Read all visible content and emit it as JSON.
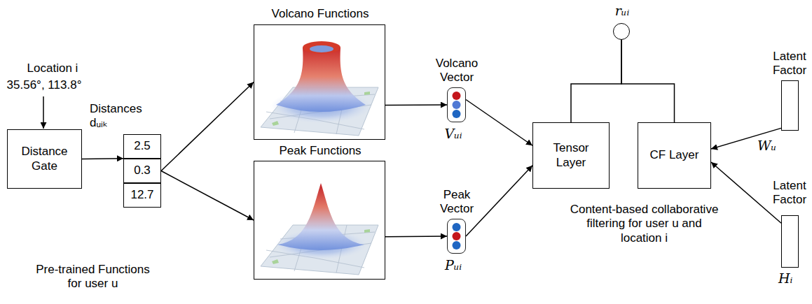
{
  "diagram": {
    "nodes": [
      {
        "text": [
          "Distance Gate"
        ]
      },
      {
        "text": [
          "Distances dᵤᵢₖ"
        ]
      },
      {
        "text": [
          "2.5"
        ],
        "in": 1
      },
      {
        "text": [
          "0.3"
        ],
        "in": 1
      },
      {
        "text": [
          "12.7"
        ],
        "in": 1
      },
      {
        "text": [
          "Volcano Functions"
        ]
      },
      {
        "text": [
          "Peak Functions"
        ]
      },
      {
        "text": [
          "Volcano Vector",
          "Vᵤᵢ"
        ]
      },
      {
        "text": [
          "Peak Vector",
          "Pᵤᵢ"
        ]
      },
      {
        "text": [
          "Tensor Layer"
        ]
      },
      {
        "text": [
          "CF Layer"
        ]
      },
      {
        "text": [
          "rᵤᵢ"
        ]
      },
      {
        "text": [
          "Latent Factor",
          "Wᵤ"
        ]
      },
      {
        "text": [
          "Latent Factor",
          "Hᵢ"
        ]
      }
    ],
    "edges": [
      {
        "from": 0,
        "to": 1,
        "arrow": "to"
      },
      {
        "from": 1,
        "to": 5,
        "arrow": "to"
      },
      {
        "from": 1,
        "to": 6,
        "arrow": "to"
      },
      {
        "from": 5,
        "to": 7,
        "arrow": "to"
      },
      {
        "from": 6,
        "to": 8,
        "arrow": "to"
      },
      {
        "from": 7,
        "to": 9,
        "arrow": "to"
      },
      {
        "from": 8,
        "to": 9,
        "arrow": "to"
      },
      {
        "from": 9,
        "to": 11,
        "arrow": "none"
      },
      {
        "from": 10,
        "to": 11,
        "arrow": "none"
      },
      {
        "from": 12,
        "to": 10,
        "arrow": "to"
      },
      {
        "from": 13,
        "to": 10,
        "arrow": "to"
      }
    ],
    "labels": [
      "Location i",
      "35.56°, 113.8°",
      "Pre-trained Functions for user u",
      "Content-based collaborative filtering for user u and location i"
    ]
  }
}
